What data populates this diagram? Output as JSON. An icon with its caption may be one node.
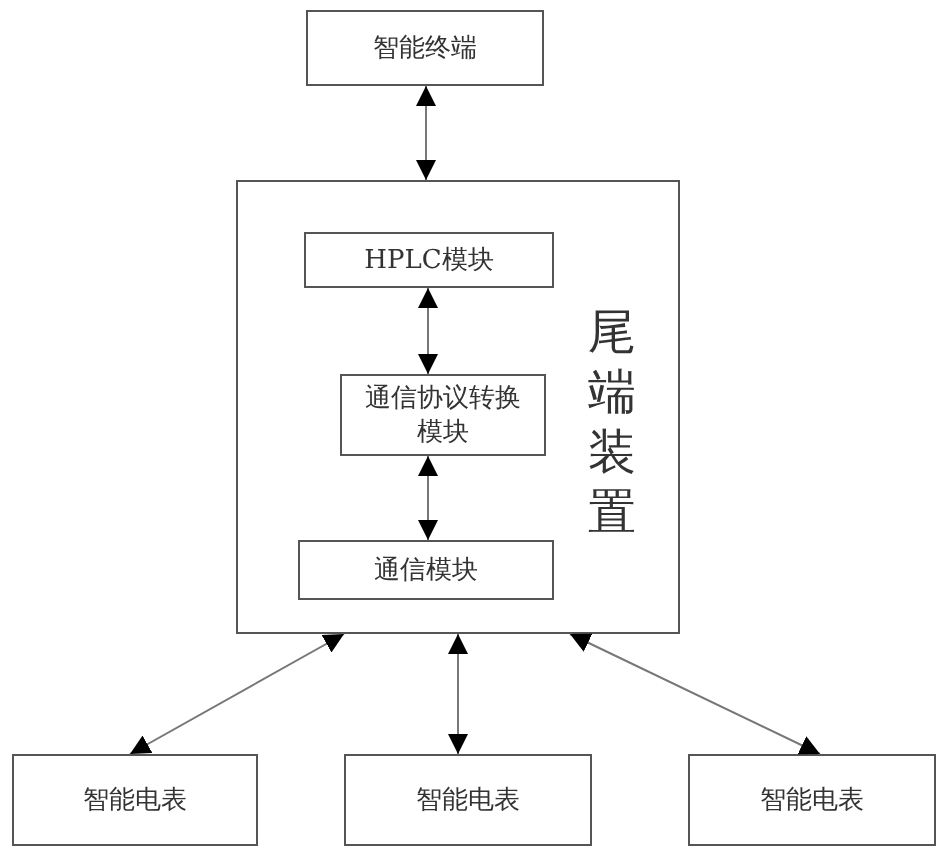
{
  "diagram": {
    "nodes": [
      {
        "text": [
          "智能终端"
        ]
      },
      {
        "text": [
          "尾端装置"
        ]
      },
      {
        "text": [
          "HPLC模块"
        ],
        "in": 1
      },
      {
        "text": [
          "通信协议转换模块"
        ],
        "in": 1
      },
      {
        "text": [
          "通信模块"
        ],
        "in": 1
      },
      {
        "text": [
          "智能电表"
        ]
      },
      {
        "text": [
          "智能电表"
        ]
      },
      {
        "text": [
          "智能电表"
        ]
      }
    ],
    "edges": [
      {
        "from": 0,
        "to": 1,
        "arrow": "both"
      },
      {
        "from": 2,
        "to": 3,
        "arrow": "both"
      },
      {
        "from": 3,
        "to": 4,
        "arrow": "both"
      },
      {
        "from": 1,
        "to": 5,
        "arrow": "both"
      },
      {
        "from": 1,
        "to": 6,
        "arrow": "both"
      },
      {
        "from": 1,
        "to": 7,
        "arrow": "both"
      }
    ]
  }
}
